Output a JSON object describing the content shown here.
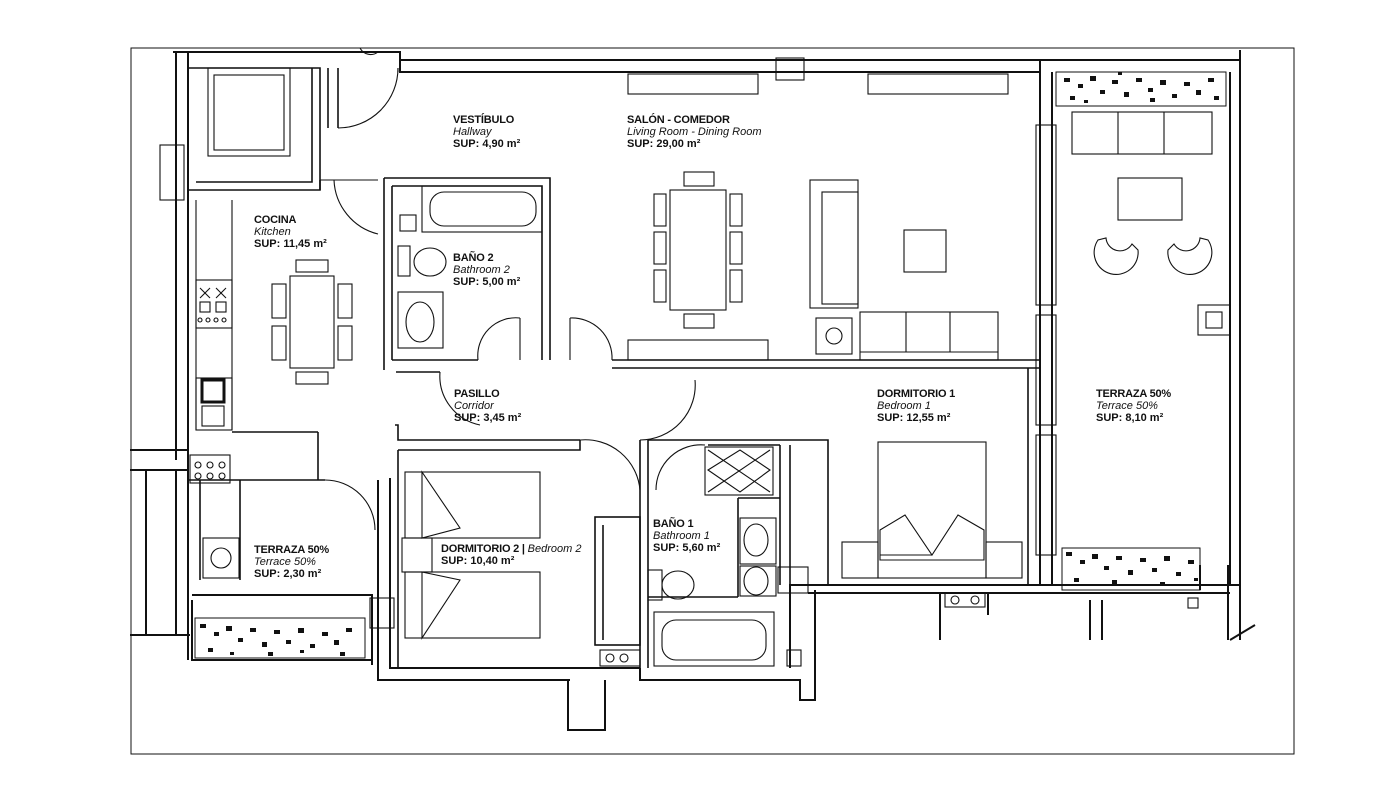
{
  "plan": {
    "rooms": [
      {
        "id": "vestibulo",
        "name": "VESTÍBULO",
        "name_en": "Hallway",
        "area": "SUP: 4,90 m²"
      },
      {
        "id": "salon",
        "name": "SALÓN - COMEDOR",
        "name_en": "Living Room - Dining Room",
        "area": "SUP: 29,00 m²"
      },
      {
        "id": "cocina",
        "name": "COCINA",
        "name_en": "Kitchen",
        "area": "SUP: 11,45 m²"
      },
      {
        "id": "bano2",
        "name": "BAÑO 2",
        "name_en": "Bathroom 2",
        "area": "SUP: 5,00 m²"
      },
      {
        "id": "pasillo",
        "name": "PASILLO",
        "name_en": "Corridor",
        "area": "SUP: 3,45 m²"
      },
      {
        "id": "dormitorio1",
        "name": "DORMITORIO 1",
        "name_en": "Bedroom 1",
        "area": "SUP: 12,55 m²"
      },
      {
        "id": "terraza_right",
        "name": "TERRAZA 50%",
        "name_en": "Terrace 50%",
        "area": "SUP: 8,10 m²"
      },
      {
        "id": "terraza_left",
        "name": "TERRAZA 50%",
        "name_en": "Terrace 50%",
        "area": "SUP: 2,30 m²"
      },
      {
        "id": "bano1",
        "name": "BAÑO 1",
        "name_en": "Bathroom 1",
        "area": "SUP: 5,60 m²"
      },
      {
        "id": "dormitorio2",
        "name": "DORMITORIO 2 | ",
        "name_en": "Bedroom 2",
        "area": "SUP: 10,40 m²"
      }
    ],
    "colors": {
      "ink": "#111111",
      "paper": "#ffffff"
    }
  }
}
